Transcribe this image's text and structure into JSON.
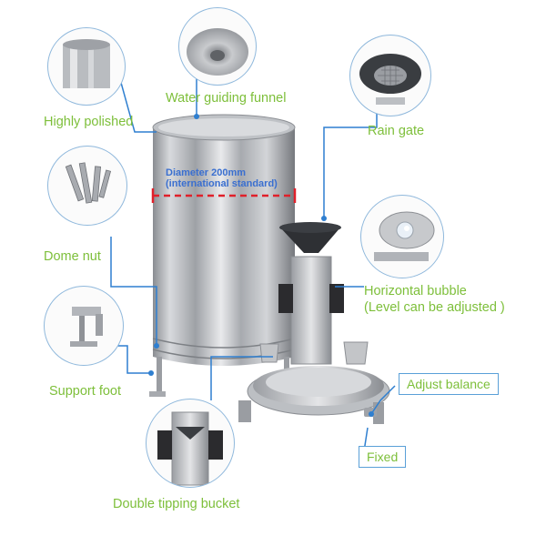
{
  "labels": {
    "water_guiding_funnel": "Water guiding funnel",
    "highly_polished": "Highly polished",
    "rain_gate": "Rain gate",
    "dome_nut": "Dome nut",
    "horizontal_bubble_line1": "Horizontal bubble",
    "horizontal_bubble_line2": "(Level can be adjusted )",
    "support_foot": "Support foot",
    "adjust_balance": "Adjust balance",
    "fixed": "Fixed",
    "double_tipping_bucket": "Double tipping bucket",
    "diameter_line1": "Diameter 200mm",
    "diameter_line2": "(international standard)"
  },
  "colors": {
    "label_green": "#7dbf3a",
    "connector_blue": "#2f7fd0",
    "circle_border": "#8fb8dc",
    "diameter_red": "#e0202a"
  }
}
